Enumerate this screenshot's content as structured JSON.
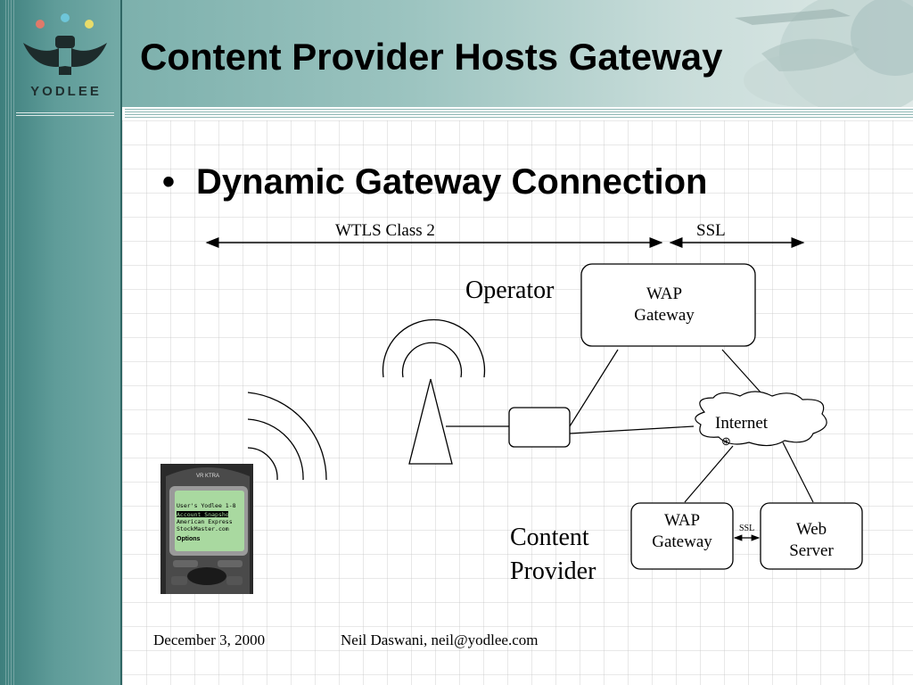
{
  "slide": {
    "title": "Content Provider Hosts Gateway",
    "bullet": "Dynamic Gateway Connection",
    "logo_text": "YODLEE"
  },
  "diagram": {
    "wtls_label": "WTLS Class 2",
    "ssl_top_label": "SSL",
    "operator_label": "Operator",
    "operator_gateway_line1": "WAP",
    "operator_gateway_line2": "Gateway",
    "internet_label": "Internet",
    "content_provider_line1": "Content",
    "content_provider_line2": "Provider",
    "cp_gateway_line1": "WAP",
    "cp_gateway_line2": "Gateway",
    "ssl_small_label": "SSL",
    "web_server_line1": "Web",
    "web_server_line2": "Server"
  },
  "phone": {
    "brand": "VR KTRA",
    "screen_line1": "User's Yodlee 1-8",
    "screen_line2": "Account Snapshot",
    "screen_line3": "American Express",
    "screen_line4": "StockMaster.com",
    "screen_soft": "Options"
  },
  "footer": {
    "date": "December 3, 2000",
    "author": "Neil Daswani, neil@yodlee.com"
  },
  "colors": {
    "teal_dark": "#3e7f7d",
    "teal_light": "#9cc4c0",
    "phone_screen": "#a9d9a0"
  }
}
